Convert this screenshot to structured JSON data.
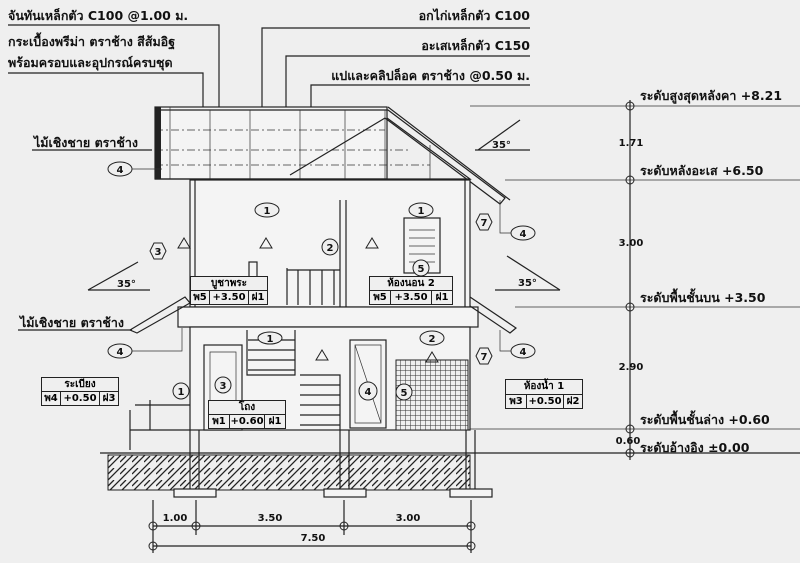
{
  "callouts": {
    "rafter": "จันทันเหล็กตัว C100 @1.00 ม.",
    "tile_1": "กระเบื้องพรีม่า ตราช้าง สีส้มอิฐ",
    "tile_2": "พร้อมครอบและอุปกรณ์ครบชุด",
    "ridge": "อกไก่เหล็กตัว C100",
    "wall_plate": "อะเสเหล็กตัว C150",
    "purlin": "แปและคลิปล็อค ตราช้าง @0.50 ม.",
    "fascia_upper": "ไม้เชิงชาย ตราช้าง",
    "fascia_lower": "ไม้เชิงชาย ตราช้าง"
  },
  "levels": [
    {
      "label": "ระดับสูงสุดหลังคา +8.21"
    },
    {
      "label": "ระดับหลังอะเส +6.50"
    },
    {
      "label": "ระดับพื้นชั้นบน +3.50"
    },
    {
      "label": "ระดับพื้นชั้นล่าง +0.60"
    },
    {
      "label": "ระดับอ้างอิง ±0.00"
    }
  ],
  "vertical_dims": [
    "1.71",
    "3.00",
    "2.90",
    "0.60"
  ],
  "horizontal_dims": {
    "spans": [
      "1.00",
      "3.50",
      "3.00"
    ],
    "total": "7.50"
  },
  "roof_angles": [
    "35°",
    "35°",
    "35°"
  ],
  "rooms": [
    {
      "name": "บูชาพระ",
      "floor": "พ5",
      "level": "+3.50",
      "ceiling": "ฝ1"
    },
    {
      "name": "ห้องนอน 2",
      "floor": "พ5",
      "level": "+3.50",
      "ceiling": "ฝ1"
    },
    {
      "name": "ระเบียง",
      "floor": "พ4",
      "level": "+0.50",
      "ceiling": "ฝ3"
    },
    {
      "name": "โถง",
      "floor": "พ1",
      "level": "+0.60",
      "ceiling": "ฝ1"
    },
    {
      "name": "ห้องน้ำ 1",
      "floor": "พ3",
      "level": "+0.50",
      "ceiling": "ฝ2"
    }
  ],
  "markers": {
    "one": "1",
    "two": "2",
    "three": "3",
    "four": "4",
    "five": "5",
    "seven": "7"
  }
}
